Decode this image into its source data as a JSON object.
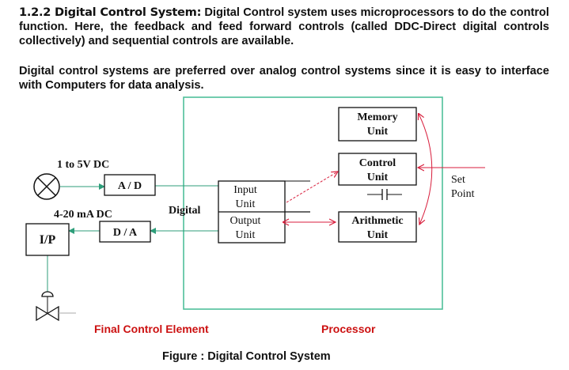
{
  "paragraphs": {
    "p1_heading": "1.2.2 Digital Control System:",
    "p1_body": " Digital Control system uses microprocessors to do the control function. Here, the feedback and feed forward controls (called DDC-Direct digital controls collectively) and sequential controls are available.",
    "p2": "Digital control systems are preferred over analog control systems since it is easy to interface with Computers for data analysis."
  },
  "diagram": {
    "sensor_signal": "1 to 5V DC",
    "ad_converter": "A / D",
    "output_signal": "4-20 mA DC",
    "da_converter": "D / A",
    "ip_converter": "I/P",
    "digital_label": "Digital",
    "input_unit": [
      "Input",
      "Unit"
    ],
    "output_unit": [
      "Output",
      "Unit"
    ],
    "memory_unit": [
      "Memory",
      "Unit"
    ],
    "control_unit": [
      "Control",
      "Unit"
    ],
    "arithmetic_unit": [
      "Arithmetic",
      "Unit"
    ],
    "set_point": [
      "Set",
      "Point"
    ],
    "final_control_element": "Final Control Element",
    "processor_label": "Processor",
    "caption": "Figure :  Digital Control System"
  },
  "colors": {
    "processor_border": "#4fbf9a",
    "signal_line": "#2e9e7a",
    "arrow_red": "#d81e3c",
    "label_red": "#cc1111"
  }
}
